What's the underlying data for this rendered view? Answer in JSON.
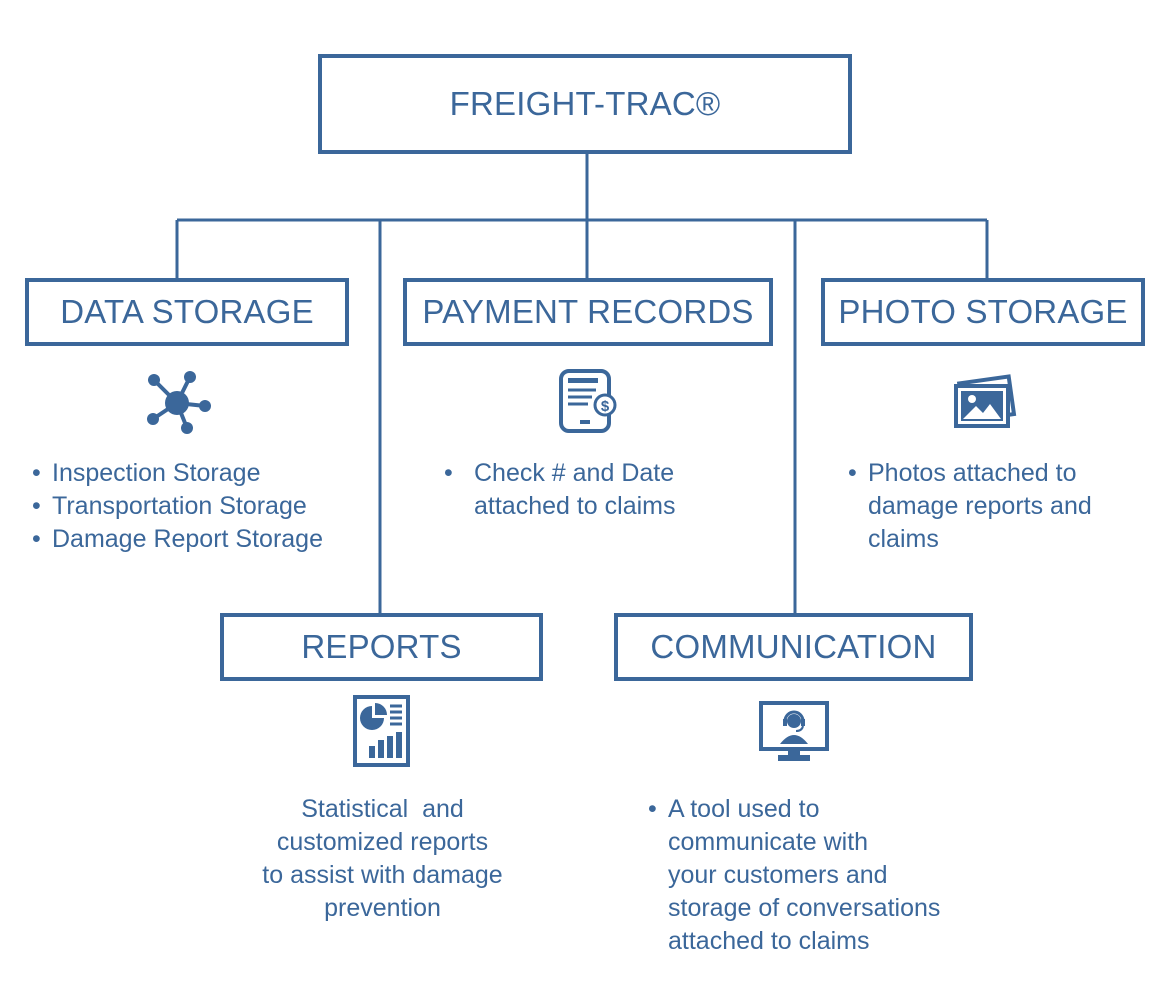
{
  "root": {
    "label": "FREIGHT-TRAC®"
  },
  "nodes": {
    "data_storage": {
      "label": "DATA STORAGE",
      "icon": "network-icon",
      "bullets": [
        "Inspection Storage",
        "Transportation Storage",
        "Damage Report Storage"
      ]
    },
    "payment_records": {
      "label": "PAYMENT RECORDS",
      "icon": "invoice-icon",
      "bullets": [
        "Check # and Date\nattached to claims"
      ]
    },
    "photo_storage": {
      "label": "PHOTO STORAGE",
      "icon": "photos-icon",
      "bullets": [
        "Photos attached to\ndamage reports and\nclaims"
      ]
    },
    "reports": {
      "label": "REPORTS",
      "icon": "report-icon",
      "lines": [
        "Statistical  and",
        "customized reports",
        "to assist with damage",
        "prevention"
      ]
    },
    "communication": {
      "label": "COMMUNICATION",
      "icon": "monitor-headset-icon",
      "lines": [
        "A tool used to",
        "communicate with",
        "your customers and",
        "storage of conversations",
        "attached to claims"
      ]
    }
  },
  "colors": {
    "primary": "#3b679a",
    "background": "#ffffff"
  }
}
